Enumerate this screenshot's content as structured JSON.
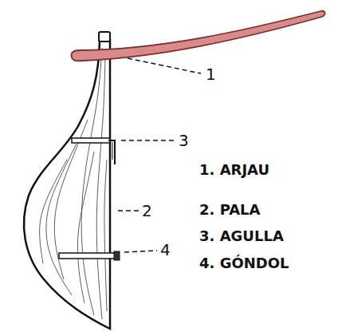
{
  "diagram": {
    "labels": [
      "1",
      "3",
      "2",
      "4",
      "1. ARJAU",
      "2. PALA",
      "3. AGULLA",
      "4. GÓNDOL"
    ]
  }
}
